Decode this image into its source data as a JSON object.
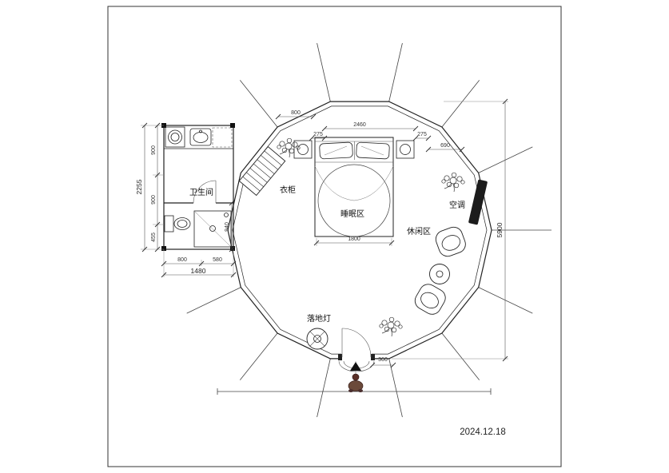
{
  "sheet": {
    "date": "2024.12.18"
  },
  "labels": {
    "bathroom": "卫生间",
    "wardrobe": "衣柜",
    "sleeping_area": "睡眠区",
    "leisure_area": "休闲区",
    "air_conditioner": "空调",
    "floor_lamp": "落地灯"
  },
  "dimensions": {
    "left_total": "2255",
    "left_seg_1": "900",
    "left_seg_2": "900",
    "left_seg_3": "455",
    "bath_width_total": "1480",
    "bath_seg_1": "800",
    "bath_seg_2": "580",
    "bath_right_height": "940",
    "top_seg_0": "800",
    "top_seg_1": "275",
    "top_seg_2": "2460",
    "top_seg_3": "275",
    "top_seg_4": "690",
    "bed_width": "1800",
    "overall_height": "5900",
    "entrance_step": "360"
  }
}
